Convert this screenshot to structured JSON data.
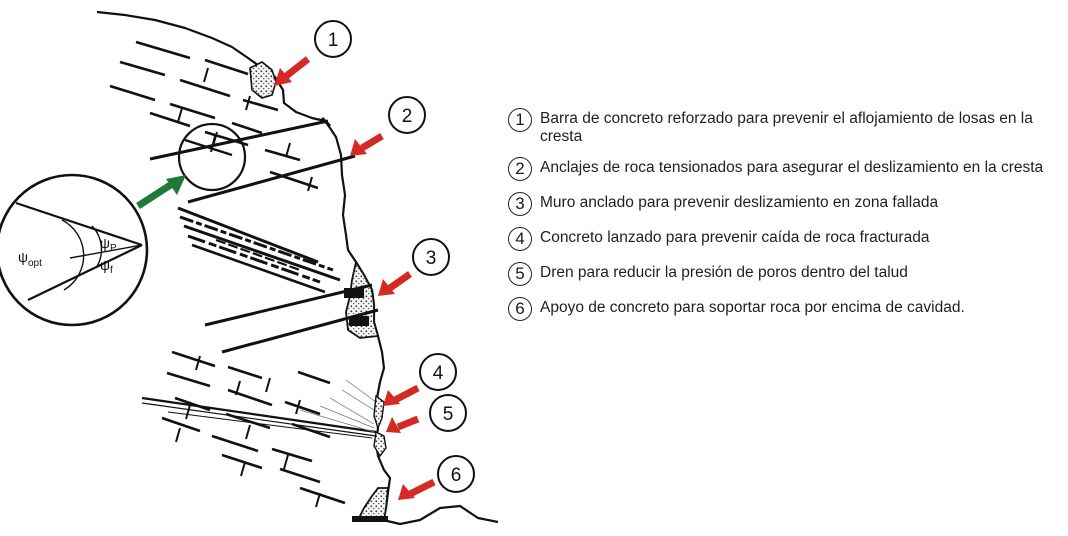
{
  "figure": {
    "symbol_psi": "ψ",
    "symbol_opt_sub": "opt",
    "symbol_p_sub": "P",
    "symbol_f_sub": "f",
    "callouts": [
      "1",
      "2",
      "3",
      "4",
      "5",
      "6"
    ],
    "colors": {
      "arrow_red": "#d32a24",
      "arrow_green": "#1f7a3a",
      "line": "#111111"
    }
  },
  "legend": {
    "items": [
      {
        "number": "1",
        "text": "Barra de concreto reforzado para prevenir el aflojamiento de losas en la cresta"
      },
      {
        "number": "2",
        "text": "Anclajes de roca tensionados para asegurar el deslizamiento en la cresta"
      },
      {
        "number": "3",
        "text": "Muro anclado para prevenir deslizamiento en zona fallada"
      },
      {
        "number": "4",
        "text": "Concreto lanzado para prevenir caída de roca fracturada"
      },
      {
        "number": "5",
        "text": "Dren para reducir la presión de poros dentro del talud"
      },
      {
        "number": "6",
        "text": "Apoyo de concreto para soportar roca por encima de cavidad."
      }
    ]
  }
}
